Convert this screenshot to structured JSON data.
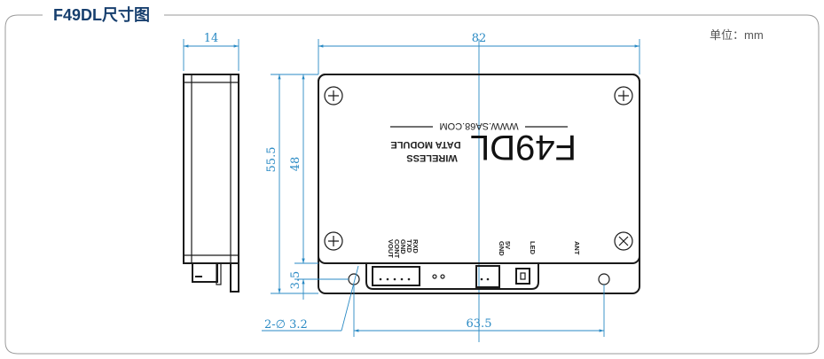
{
  "title": "F49DL尺寸图",
  "unit_label": "单位：mm",
  "colors": {
    "title": "#173f6e",
    "dimension": "#2a8ac4",
    "outline": "#1a1a1a"
  },
  "dimensions": {
    "depth": "14",
    "length": "82",
    "height_total": "55.5",
    "height_board": "48",
    "hole_offset": "3.5",
    "hole_spacing": "63.5",
    "hole_diameter": "2-∅ 3.2"
  },
  "module": {
    "website": "WWW.SA68.COM",
    "model": "F49DL",
    "line1": "WIRELESS",
    "line2": "DATA MODULE",
    "pins": [
      "RXD",
      "TXD",
      "GND",
      "CONT",
      "VOUT"
    ],
    "power_pins": [
      "5V",
      "GND"
    ],
    "led_label": "LED",
    "ant_label": "ANT"
  }
}
